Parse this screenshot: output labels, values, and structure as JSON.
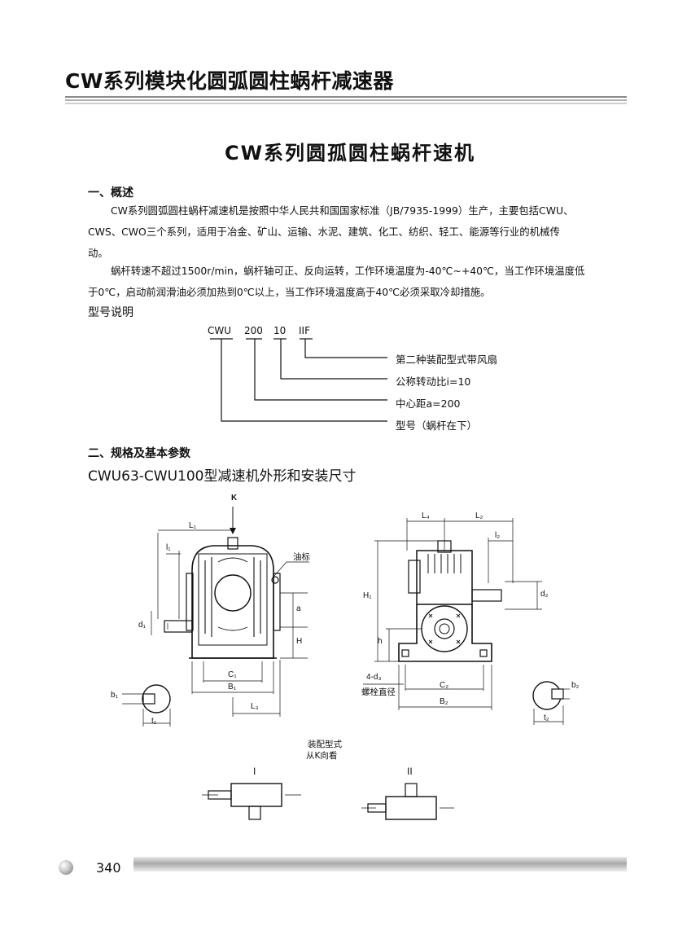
{
  "header": {
    "title": "CW系列模块化圆弧圆柱蜗杆减速器"
  },
  "document": {
    "title": "CW系列圆孤圆柱蜗杆速机",
    "section1": {
      "heading": "一、概述",
      "para1_line1": "CW系列圆弧圆柱蜗杆减速机是按照中华人民共和国国家标准（JB/7935-1999）生产，主要包括CWU、",
      "para1_line2": "CWS、CWO三个系列，适用于冶金、矿山、运输、水泥、建筑、化工、纺织、轻工、能源等行业的机械传",
      "para1_line3": "动。",
      "para2_line1": "蜗杆转速不超过1500r/min，蜗杆轴可正、反向运转，工作环境温度为-40℃~+40℃，当工作环境温度低",
      "para2_line2": "于0℃，启动前润滑油必须加热到0℃以上，当工作环境温度高于40℃必须采取冷却措施。"
    },
    "model_explanation": {
      "heading": "型号说明",
      "codes": [
        "CWU",
        "200",
        "10",
        "IIF"
      ],
      "descriptions": [
        "第二种装配型式带风扇",
        "公称转动比i=10",
        "中心距a=200",
        "型号（蜗杆在下）"
      ]
    },
    "section2": {
      "heading": "二、规格及基本参数",
      "subheading": "CWU63-CWU100型减速机外形和安装尺寸"
    },
    "drawing_labels": {
      "k": "K",
      "l1": "L₁",
      "l1_small": "l₁",
      "oil_mark": "油标",
      "a": "a",
      "h_big": "H",
      "d1": "d₁",
      "c1": "C₁",
      "b1": "B₁",
      "l3": "L₃",
      "b1_small": "b₁",
      "t1": "t₁",
      "l4": "L₄",
      "l2": "L₂",
      "l2_small": "l₂",
      "h1": "H₁",
      "d2": "d₂",
      "h_small": "h",
      "bolt_count": "4-d₃",
      "bolt_diameter": "螺栓直径",
      "c2": "C₂",
      "b2": "B₂",
      "b2_small": "b₂",
      "t2": "t₂",
      "assembly_title": "装配型式",
      "assembly_view": "从K向看",
      "form1": "I",
      "form2": "II"
    }
  },
  "footer": {
    "page_number": "340"
  }
}
